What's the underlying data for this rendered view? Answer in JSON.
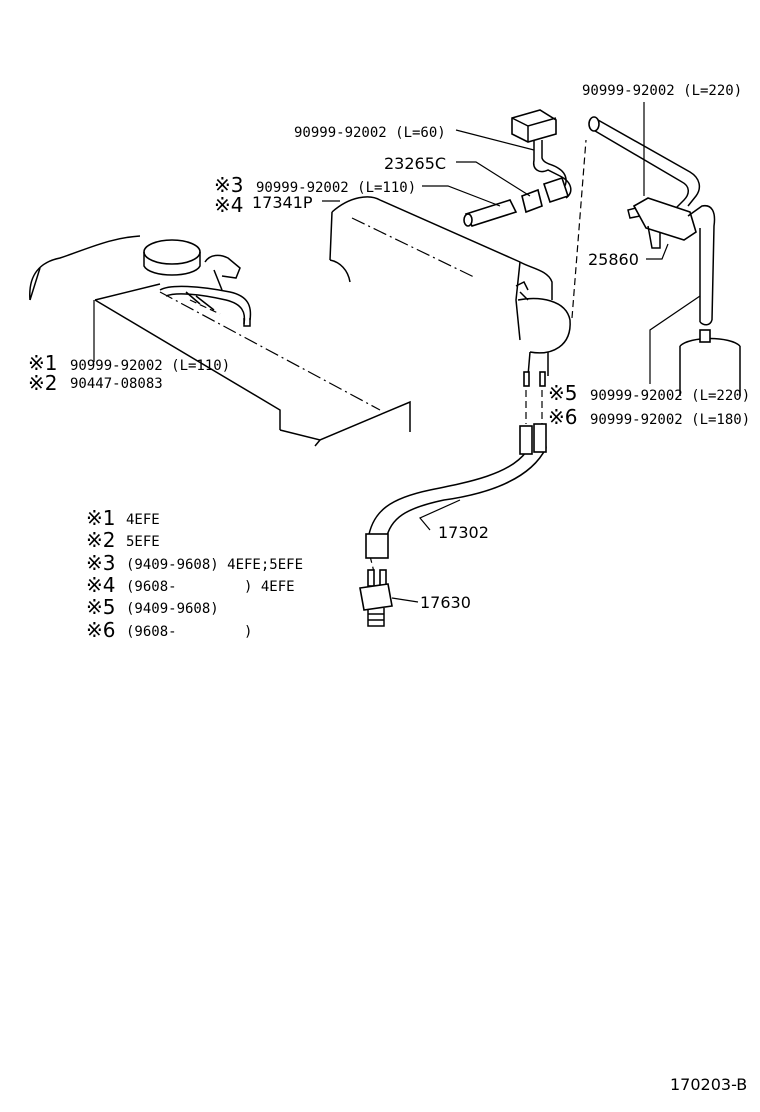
{
  "callouts": {
    "hose_top_right": "90999-92002 (L=220)",
    "hose_l60": "90999-92002 (L=60)",
    "filter_23265c": "23265C",
    "hose_l110_m3": "90999-92002 (L=110)",
    "pipe_17341p": "17341P",
    "vsv_25860": "25860",
    "hose_l110_m1": "90999-92002 (L=110)",
    "clamp_90447": "90447-08083",
    "hose_l220_m5": "90999-92002 (L=220)",
    "hose_l180_m6": "90999-92002 (L=180)",
    "hose_17302": "17302",
    "sensor_17630": "17630"
  },
  "markers": {
    "m1": "※1",
    "m2": "※2",
    "m3": "※3",
    "m4": "※4",
    "m5": "※5",
    "m6": "※6"
  },
  "legend": [
    {
      "marker": "※1",
      "text": "4EFE"
    },
    {
      "marker": "※2",
      "text": "5EFE"
    },
    {
      "marker": "※3",
      "text": "(9409-9608) 4EFE;5EFE"
    },
    {
      "marker": "※4",
      "text": "(9608-        ) 4EFE"
    },
    {
      "marker": "※5",
      "text": "(9409-9608)"
    },
    {
      "marker": "※6",
      "text": "(9608-        )"
    }
  ],
  "figure_code": "170203-B"
}
